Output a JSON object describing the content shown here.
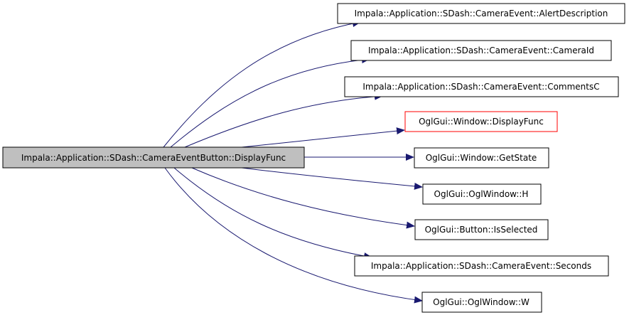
{
  "source": {
    "label": "Impala::Application::SDash::CameraEventButton::DisplayFunc",
    "fill": "#bfbfbf",
    "border": "#000000"
  },
  "colors": {
    "edge": "#191970",
    "node_border": "#000000",
    "node_border_highlight": "#ff0000",
    "node_fill": "#ffffff"
  },
  "targets": [
    {
      "id": "alert-description",
      "label": "Impala::Application::SDash::CameraEvent::AlertDescription",
      "highlight": false
    },
    {
      "id": "camera-id",
      "label": "Impala::Application::SDash::CameraEvent::CameraId",
      "highlight": false
    },
    {
      "id": "comments-c",
      "label": "Impala::Application::SDash::CameraEvent::CommentsC",
      "highlight": false
    },
    {
      "id": "window-display-func",
      "label": "OglGui::Window::DisplayFunc",
      "highlight": true
    },
    {
      "id": "window-get-state",
      "label": "OglGui::Window::GetState",
      "highlight": false
    },
    {
      "id": "ogl-window-h",
      "label": "OglGui::OglWindow::H",
      "highlight": false
    },
    {
      "id": "button-is-selected",
      "label": "OglGui::Button::IsSelected",
      "highlight": false
    },
    {
      "id": "seconds",
      "label": "Impala::Application::SDash::CameraEvent::Seconds",
      "highlight": false
    },
    {
      "id": "ogl-window-w",
      "label": "OglGui::OglWindow::W",
      "highlight": false
    }
  ]
}
